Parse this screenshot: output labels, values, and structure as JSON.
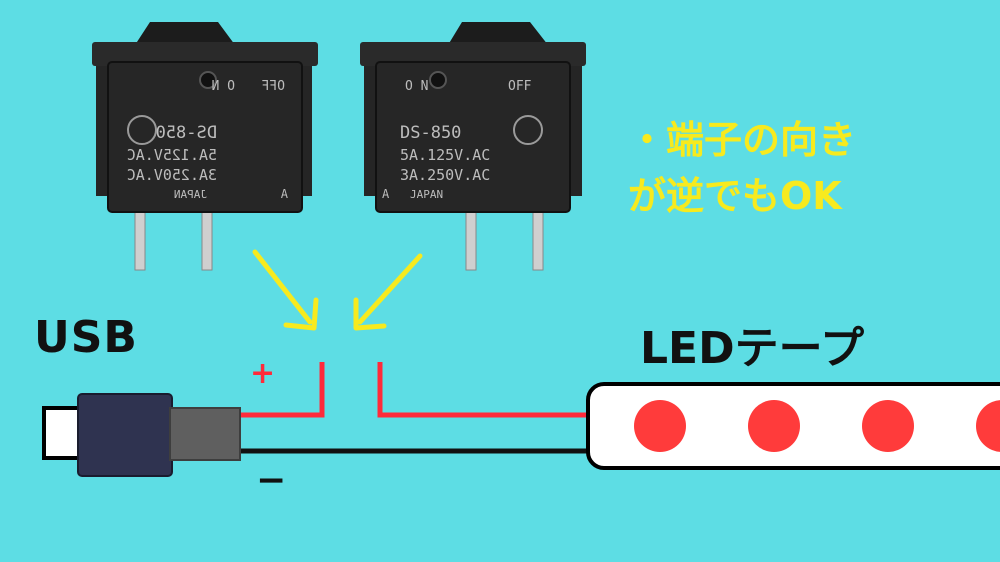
{
  "labels": {
    "usb": "USB",
    "led_tape": "LEDテープ",
    "plus": "+",
    "minus": "−"
  },
  "note": {
    "line1": "・端子の向き",
    "line2": "が逆でもOK"
  },
  "switch_left": {
    "off": "OFF",
    "on": "O N",
    "model": "DS-850",
    "rating1": "5A.125V.AC",
    "rating2": "3A.250V.AC",
    "origin": "JAPAN",
    "terminal": "A",
    "mirrored": true
  },
  "switch_right": {
    "off": "OFF",
    "on": "O N",
    "model": "DS-850",
    "rating1": "5A.125V.AC",
    "rating2": "3A.250V.AC",
    "origin": "JAPAN",
    "terminal": "A",
    "mirrored": false
  },
  "colors": {
    "background": "#5ddde4",
    "wire_positive": "#ff2a3a",
    "wire_negative": "#111111",
    "arrow": "#f7ea1e",
    "led_dot": "#ff3b3b",
    "usb_body": "#2f3350",
    "usb_sleeve": "#5f5f5f"
  },
  "led_tape": {
    "dot_count": 4
  }
}
